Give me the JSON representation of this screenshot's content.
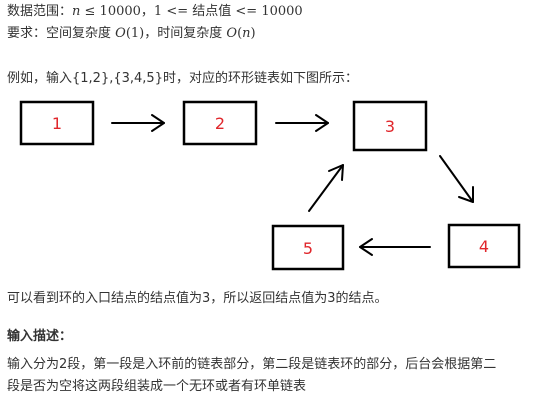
{
  "range": {
    "label": "数据范围：",
    "n_var": "n",
    "n_cond": " ≤ 10000，",
    "one": "1",
    "le1": " <= ",
    "node_value": "结点值",
    "le2": " <= ",
    "max": "10000"
  },
  "requirement": {
    "label": "要求：",
    "space": "空间复杂度 ",
    "space_o": "O",
    "space_arg": "(1)",
    "sep": "，时间复杂度 ",
    "time_o": "O",
    "time_open": "(",
    "time_n": "n",
    "time_close": ")"
  },
  "example_text": "例如，输入{1,2},{3,4,5}时，对应的环形链表如下图所示：",
  "nodes": [
    "1",
    "2",
    "3",
    "4",
    "5"
  ],
  "conclusion_text": "可以看到环的入口结点的结点值为3，所以返回结点值为3的结点。",
  "input_heading": "输入描述：",
  "input_desc": {
    "line1": "输入分为2段，第一段是入环前的链表部分，第二段是链表环的部分，后台会根据第二",
    "line2": "段是否为空将这两段组装成一个无环或者有环单链表"
  },
  "colors": {
    "node_label": "#e0262b",
    "text": "#333333"
  }
}
